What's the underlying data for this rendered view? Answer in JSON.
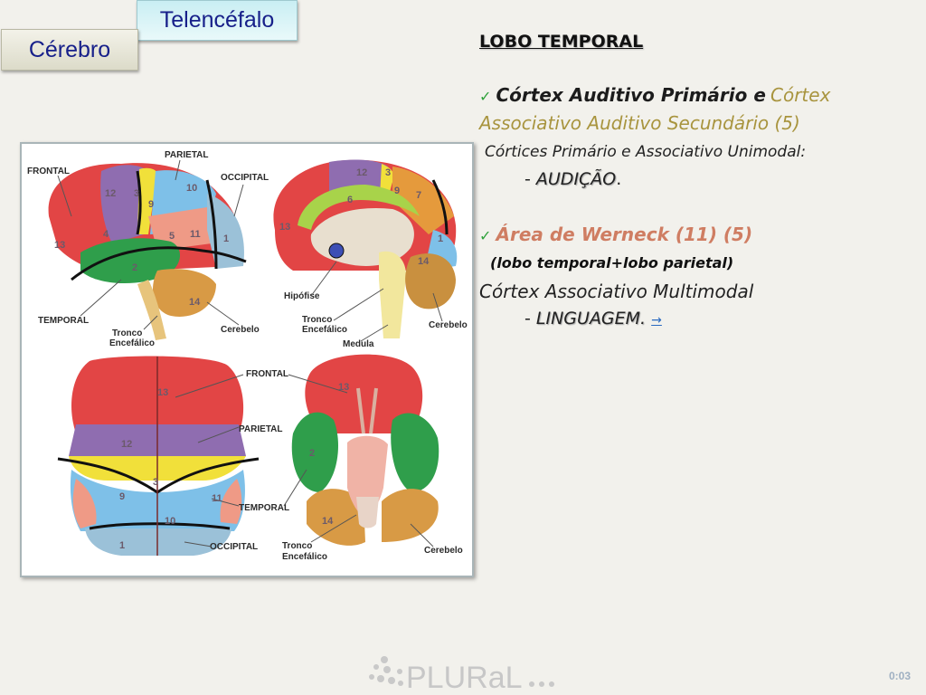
{
  "tabs": {
    "telencefalo": "Telencéfalo",
    "cerebro": "Cérebro"
  },
  "content": {
    "title": "LOBO TEMPORAL",
    "check_mark": "✓",
    "bullet1_a": "Córtex Auditivo Primário e",
    "bullet1_b": "Córtex",
    "bullet1_c": "Associativo  Auditivo  Secundário (5)",
    "cortices_line": "Córtices Primário e Associativo Unimodal:",
    "dash": "-",
    "audicao": "AUDIÇÃO",
    "period": ".",
    "bullet2": "Área de Werneck (11) (5)",
    "lobo_note": "(lobo temporal+lobo parietal)",
    "multimodal": "Córtex  Associativo Multimodal",
    "linguagem": "LINGUAGEM.",
    "link_arrow": "→"
  },
  "figure": {
    "labels": {
      "frontal": "FRONTAL",
      "parietal": "PARIETAL",
      "occipital": "OCCIPITAL",
      "temporal": "TEMPORAL",
      "tronco": "Tronco",
      "encefalico": "Encefálico",
      "cerebelo": "Cerebelo",
      "hipofise": "Hipófise",
      "medula": "Medula"
    },
    "area_numbers": [
      "1",
      "2",
      "3",
      "4",
      "5",
      "6",
      "7",
      "9",
      "10",
      "11",
      "12",
      "13",
      "14"
    ]
  },
  "logo": {
    "text": "PLURaL"
  },
  "timer": "0:03"
}
